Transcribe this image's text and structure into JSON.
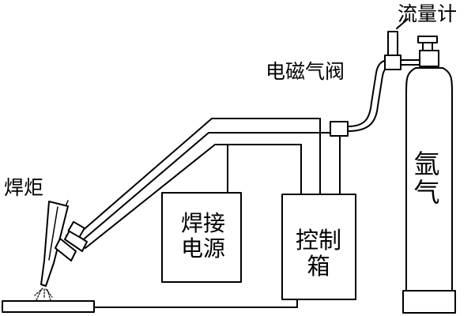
{
  "labels": {
    "flowmeter": "流量计",
    "solenoid_valve": "电磁气阀",
    "torch": "焊炬",
    "power_supply_line1": "焊接",
    "power_supply_line2": "电源",
    "control_box_line1": "控制",
    "control_box_line2": "箱",
    "argon_line1": "氩",
    "argon_line2": "气"
  },
  "colors": {
    "stroke": "#000000",
    "background": "#ffffff"
  }
}
